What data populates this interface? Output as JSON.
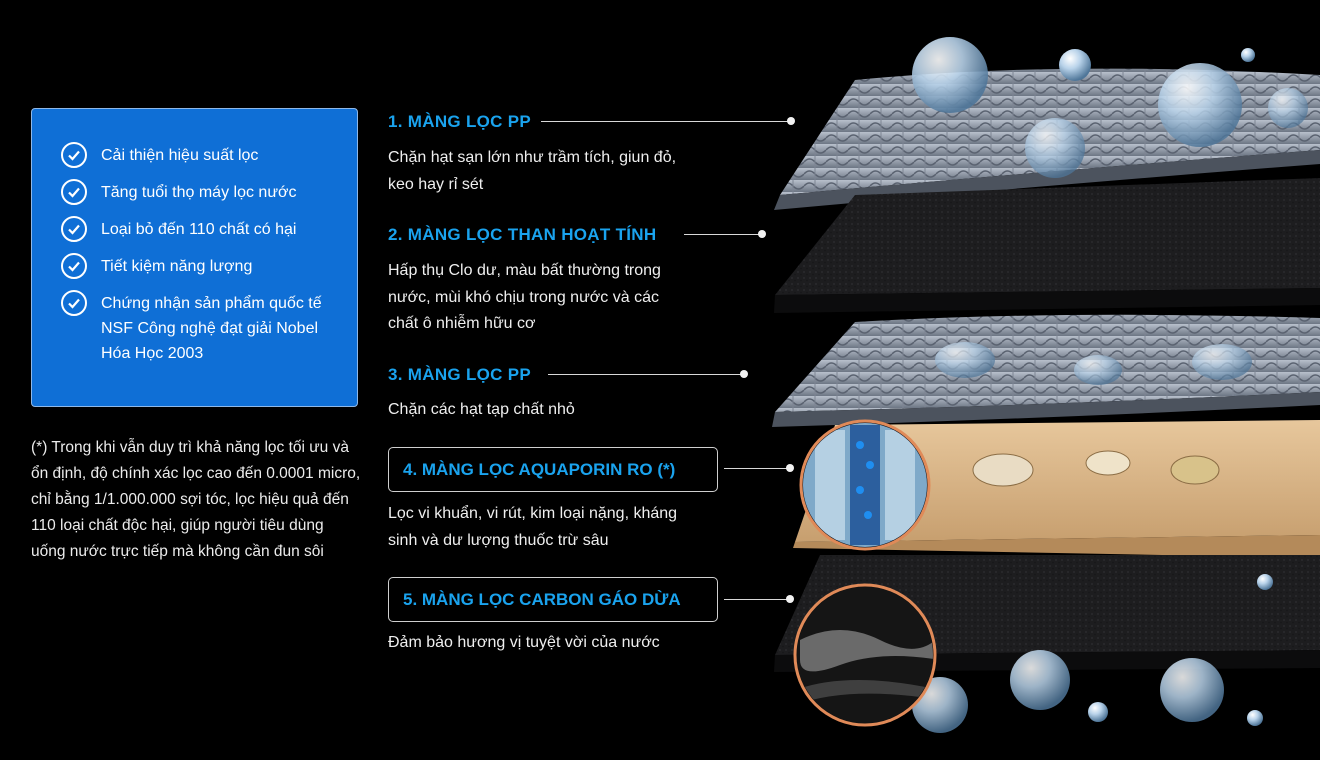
{
  "benefits": [
    {
      "icon": "check-circle-icon",
      "text": "Cải thiện hiệu suất lọc"
    },
    {
      "icon": "check-circle-icon",
      "text": "Tăng tuổi thọ máy lọc nước"
    },
    {
      "icon": "check-circle-icon",
      "text": "Loại bỏ đến 110 chất có hại"
    },
    {
      "icon": "check-circle-icon",
      "text": "Tiết kiệm năng lượng"
    },
    {
      "icon": "check-circle-icon",
      "text": "Chứng nhận sản phẩm quốc tế NSF Công nghệ đạt giải Nobel Hóa Học 2003"
    }
  ],
  "footnote": "(*) Trong khi vẫn duy trì khả năng lọc tối ưu và ổn định, độ chính xác lọc cao đến 0.0001 micro, chỉ bằng 1/1.000.000 sợi tóc, lọc hiệu quả đến 110 loại chất độc hại, giúp người tiêu dùng uống nước trực tiếp mà không cần đun sôi",
  "layers": [
    {
      "title": "1. MÀNG LỌC PP",
      "desc": "Chặn hạt sạn lớn như trầm tích, giun đỏ, keo hay rỉ sét"
    },
    {
      "title": "2. MÀNG LỌC THAN HOẠT TÍNH",
      "desc": "Hấp thụ Clo dư, màu bất thường trong nước, mùi khó chịu trong nước và các chất ô nhiễm hữu cơ"
    },
    {
      "title": "3. MÀNG LỌC PP",
      "desc": "Chặn các hạt tạp chất nhỏ"
    },
    {
      "title": "4. MÀNG LỌC AQUAPORIN RO (*)",
      "desc": "Lọc vi khuẩn, vi rút, kim loại nặng, kháng sinh và dư lượng thuốc trừ sâu"
    },
    {
      "title": "5. MÀNG LỌC CARBON GÁO DỪA",
      "desc": "Đảm bảo hương vị tuyệt vời của nước"
    }
  ],
  "colors": {
    "accent": "#1aa3ee",
    "card": "#0f6fd6",
    "background": "#000000"
  }
}
